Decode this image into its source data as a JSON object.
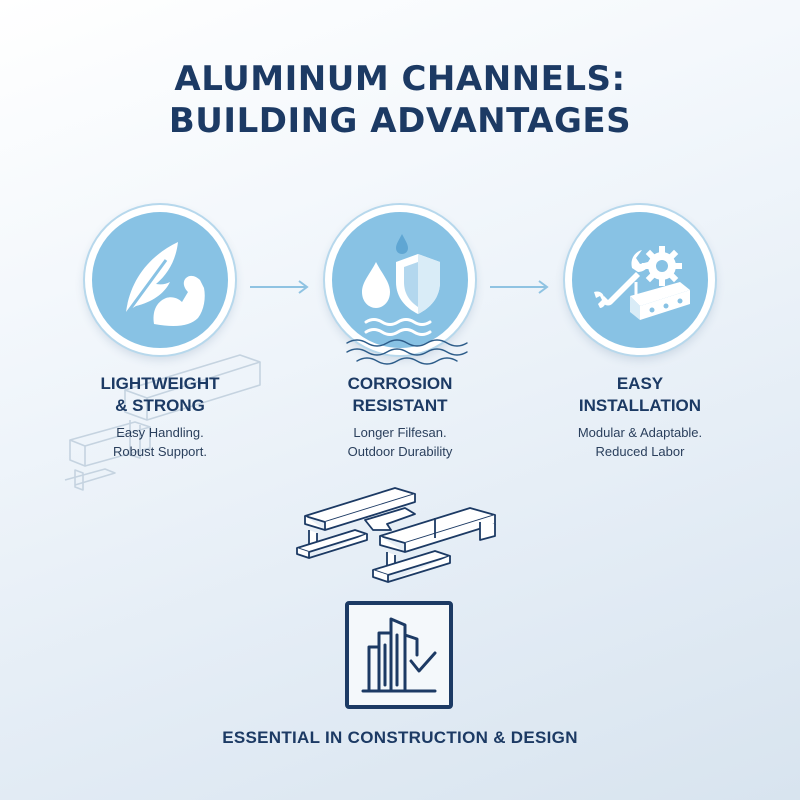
{
  "title": {
    "line1": "ALUMINUM CHANNELS:",
    "line2": "BUILDING ADVANTAGES"
  },
  "features": [
    {
      "title_line1": "LIGHTWEIGHT",
      "title_line2": "& STRONG",
      "desc_line1": "Easy Handling.",
      "desc_line2": "Robust Support.",
      "icons": [
        "feather-icon",
        "flexed-arm-icon"
      ]
    },
    {
      "title_line1": "CORROSION",
      "title_line2": "RESISTANT",
      "desc_line1": "Longer Filfesan.",
      "desc_line2": "Outdoor Durability",
      "icons": [
        "water-drop-icon",
        "shield-icon",
        "waves-icon"
      ]
    },
    {
      "title_line1": "EASY",
      "title_line2": "INSTALLATION",
      "desc_line1": "Modular & Adaptable.",
      "desc_line2": "Reduced Labor",
      "icons": [
        "wrench-icon",
        "gear-icon",
        "channel-bracket-icon"
      ]
    }
  ],
  "footer": "ESSENTIAL IN CONSTRUCTION & DESIGN",
  "colors": {
    "navy": "#1c3a64",
    "circle_fill": "#88c2e4",
    "arrow": "#8fc3e2"
  }
}
